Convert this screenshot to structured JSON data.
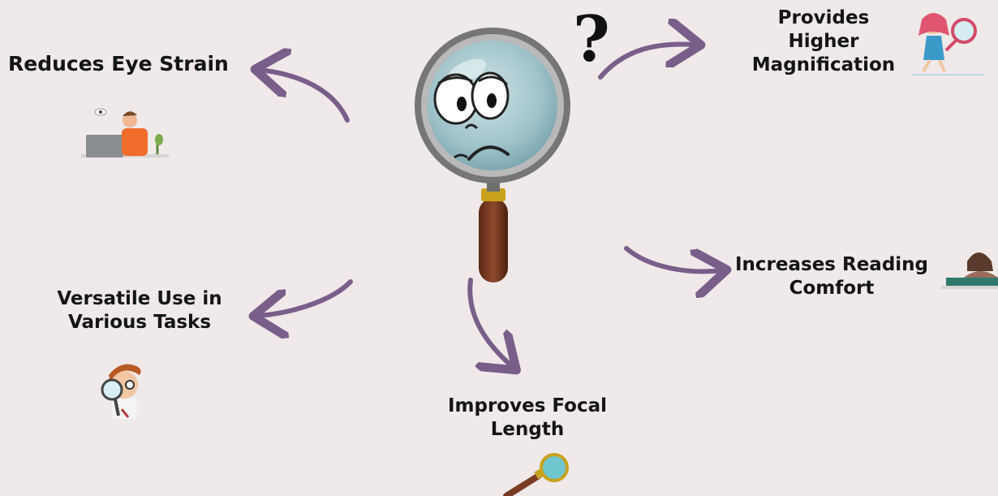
{
  "benefits": {
    "reduces_eye_strain": {
      "lines": [
        "Reduces Eye Strain"
      ]
    },
    "higher_magnification": {
      "lines": [
        "Provides",
        "Higher",
        "Magnification"
      ]
    },
    "reading_comfort": {
      "lines": [
        "Increases Reading",
        "Comfort"
      ]
    },
    "versatile_use": {
      "lines": [
        "Versatile Use in",
        "Various Tasks"
      ]
    },
    "focal_length": {
      "lines": [
        "Improves Focal",
        "Length"
      ]
    }
  },
  "center": {
    "question_mark": "?",
    "icon": "sad-magnifying-glass"
  },
  "icons": {
    "eye_strain": "person-at-laptop-icon",
    "magnification": "girl-with-magnifier-icon",
    "reading": "person-reading-icon",
    "versatile": "boy-with-magnifier-icon",
    "focal": "small-magnifying-glass-icon"
  },
  "colors": {
    "background": "#efe9e9",
    "arrow": "#7a5e8a",
    "lens": "#a9c9cf",
    "handle": "#7a3b24",
    "collar": "#c9a21d"
  }
}
